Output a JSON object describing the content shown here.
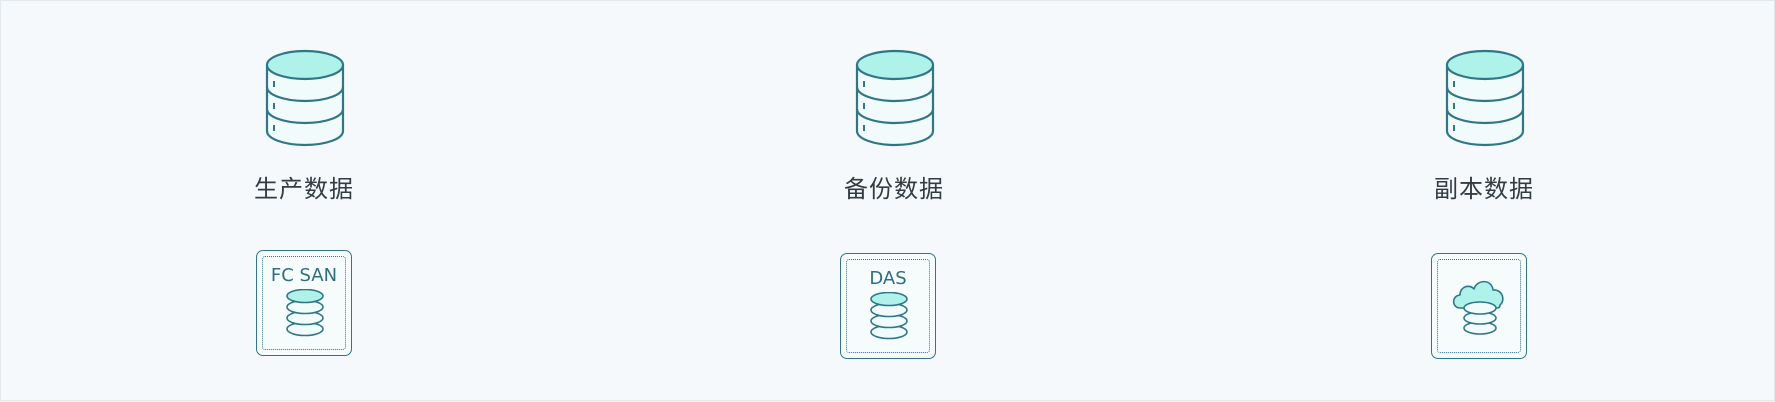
{
  "colors": {
    "stroke": "#2f7787",
    "fill_top": "#aef2ea",
    "fill_body": "#f2fbfc",
    "label_text": "#333c44",
    "card_text": "#2d6f80"
  },
  "columns": [
    {
      "label": "生产数据",
      "icon": "database-icon",
      "card": {
        "label": "FC SAN",
        "icon": "disk-stack-icon"
      }
    },
    {
      "label": "备份数据",
      "icon": "database-icon",
      "card": {
        "label": "DAS",
        "icon": "disk-stack-icon"
      }
    },
    {
      "label": "副本数据",
      "icon": "database-icon",
      "card": {
        "label": "",
        "icon": "cloud-storage-icon"
      }
    }
  ]
}
